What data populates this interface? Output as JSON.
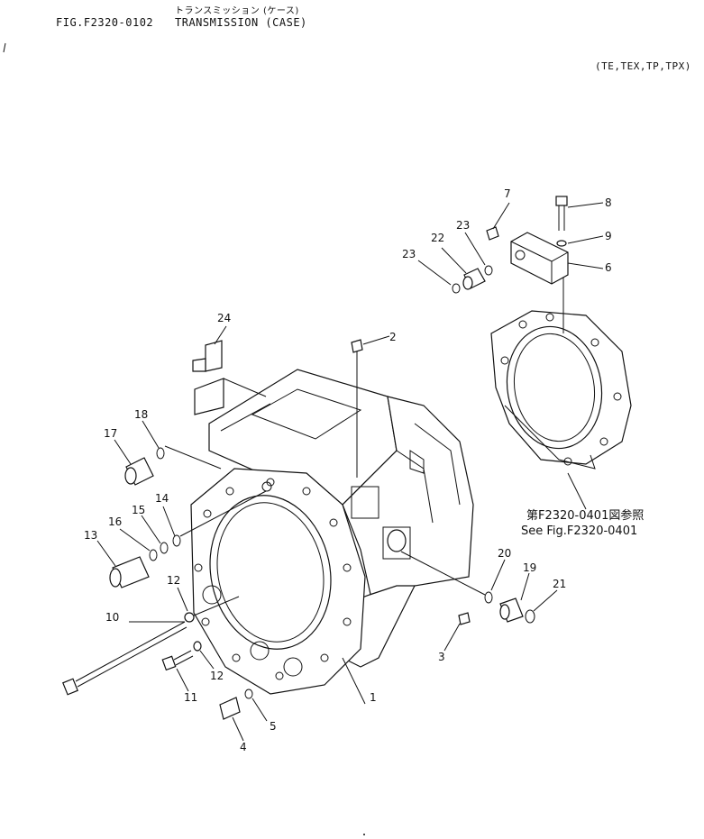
{
  "header": {
    "figure_id": "FIG.F2320-0102",
    "subtitle_jp": "トランスミッション (ケース)",
    "title_en": "TRANSMISSION (CASE)",
    "models": "(TE,TEX,TP,TPX)"
  },
  "reference": {
    "line_jp": "第F2320-0401図参照",
    "line_en": "See Fig.F2320-0401"
  },
  "callouts": [
    "1",
    "2",
    "3",
    "4",
    "5",
    "6",
    "7",
    "8",
    "9",
    "10",
    "11",
    "12",
    "12",
    "13",
    "14",
    "15",
    "16",
    "17",
    "18",
    "19",
    "20",
    "21",
    "22",
    "23",
    "23",
    "24"
  ]
}
